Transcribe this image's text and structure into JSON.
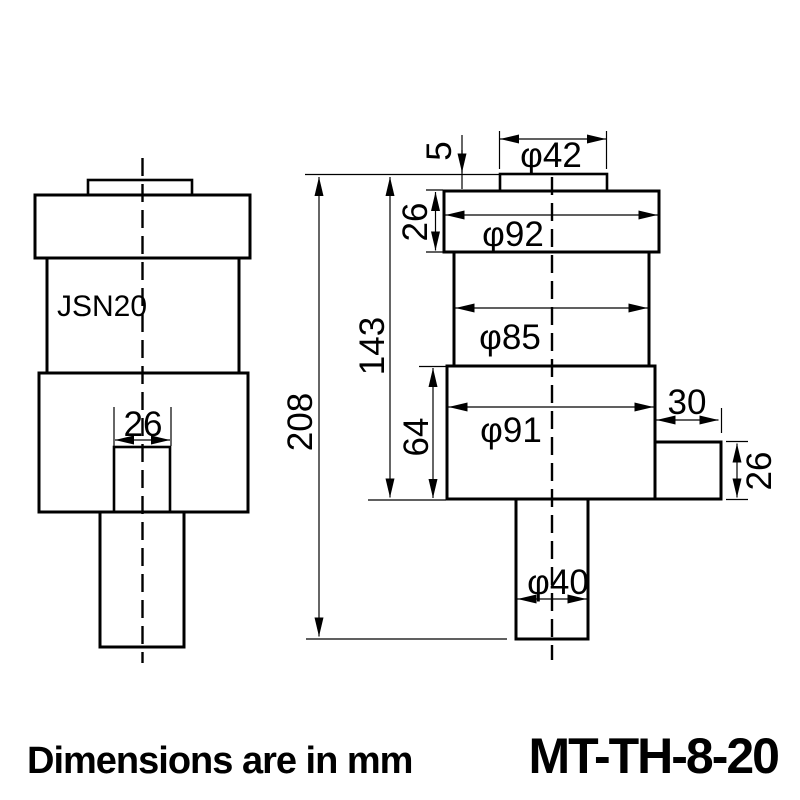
{
  "page": {
    "background": "#ffffff",
    "line_color": "#000000"
  },
  "left_view": {
    "model_label": "JSN20",
    "slot_width": "26"
  },
  "right_view": {
    "boss_height": "5",
    "boss_diameter": "φ42",
    "flange_thickness": "26",
    "flange_diameter": "φ92",
    "upper_body_diameter": "φ85",
    "lower_body_height": "64",
    "lower_body_diameter": "φ91",
    "tab_length": "30",
    "tab_thickness": "26",
    "shank_diameter": "φ40",
    "body_height": "143",
    "overall_height": "208"
  },
  "footer": {
    "units_note": "Dimensions are in mm",
    "part_number": "MT-TH-8-20"
  }
}
